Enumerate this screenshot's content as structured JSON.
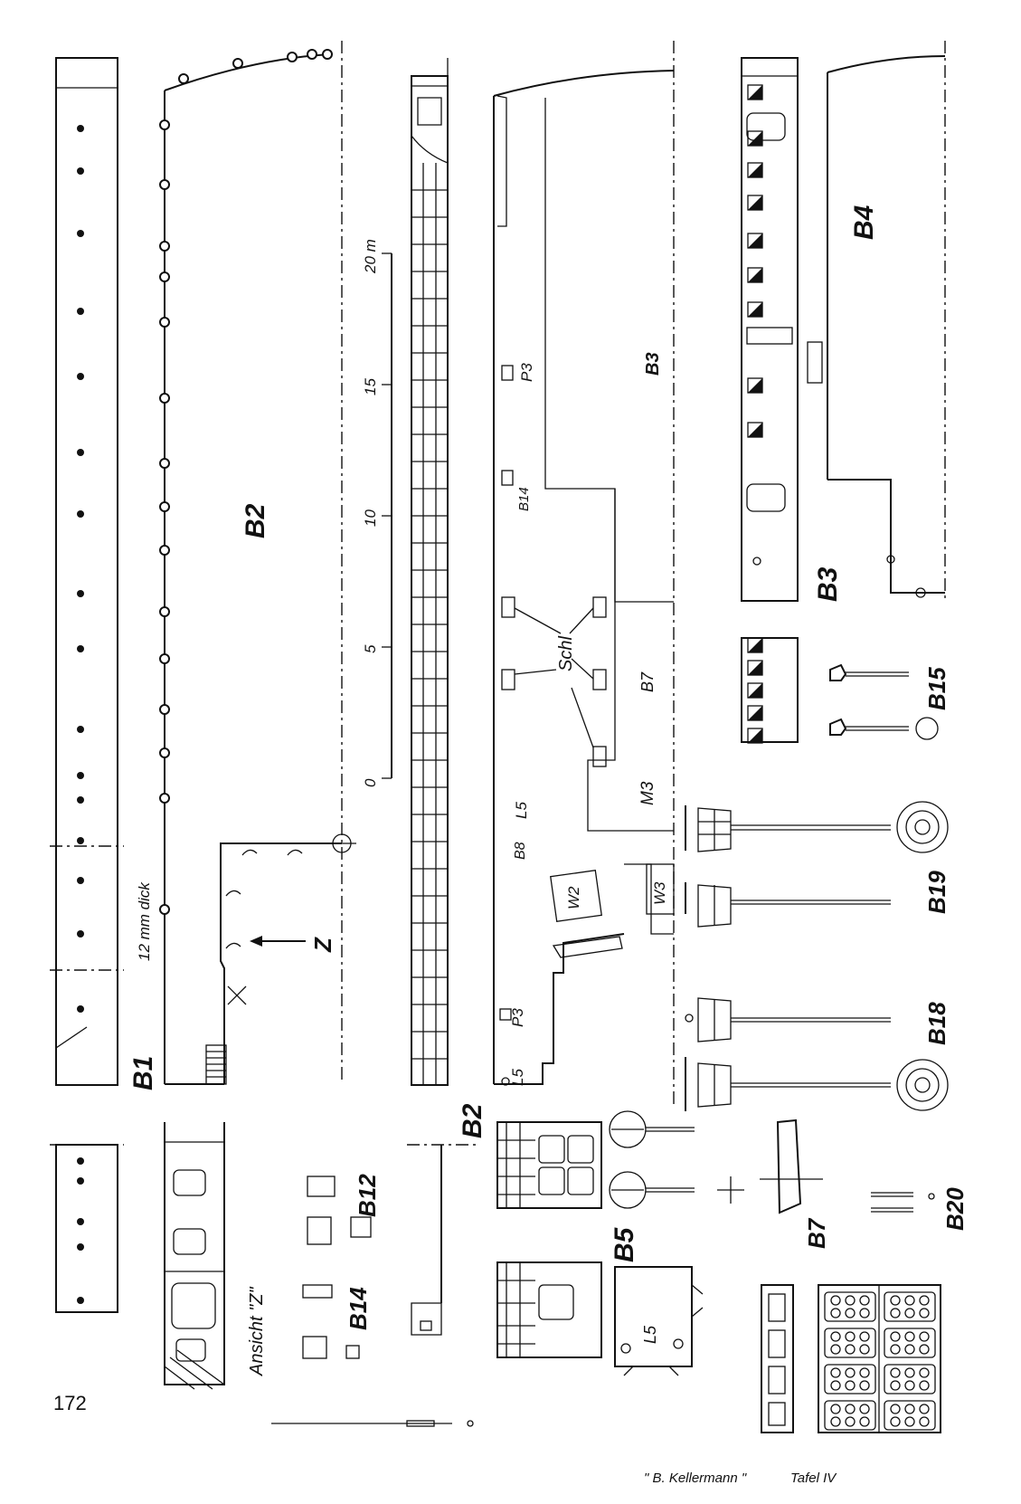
{
  "page_number": "172",
  "footer": {
    "model": "\" B. Kellermann \"",
    "plate": "Tafel IV"
  },
  "labels": {
    "b1": "B1",
    "b2": "B2",
    "b2_section": "B2",
    "b3_part": "B3",
    "b3": "B3",
    "b4": "B4",
    "b5": "B5",
    "b7_part": "B7",
    "b7": "B7",
    "b8": "B8",
    "b12": "B12",
    "b14": "B14",
    "b14_part": "B14",
    "b15": "B15",
    "b18": "B18",
    "b19": "B19",
    "b20": "B20",
    "m3": "M3",
    "w2": "W2",
    "w3": "W3",
    "p3_top": "P3",
    "p3_bottom": "P3",
    "l5_mid": "L5",
    "l5_bottom": "L5",
    "l5_b5": "L5",
    "schl": "Schl",
    "z": "Z",
    "thickness_note": "12 mm dick",
    "view_z": "Ansicht \"Z\""
  },
  "scale": {
    "ticks": [
      "0",
      "5",
      "10",
      "15",
      "20 m"
    ]
  }
}
